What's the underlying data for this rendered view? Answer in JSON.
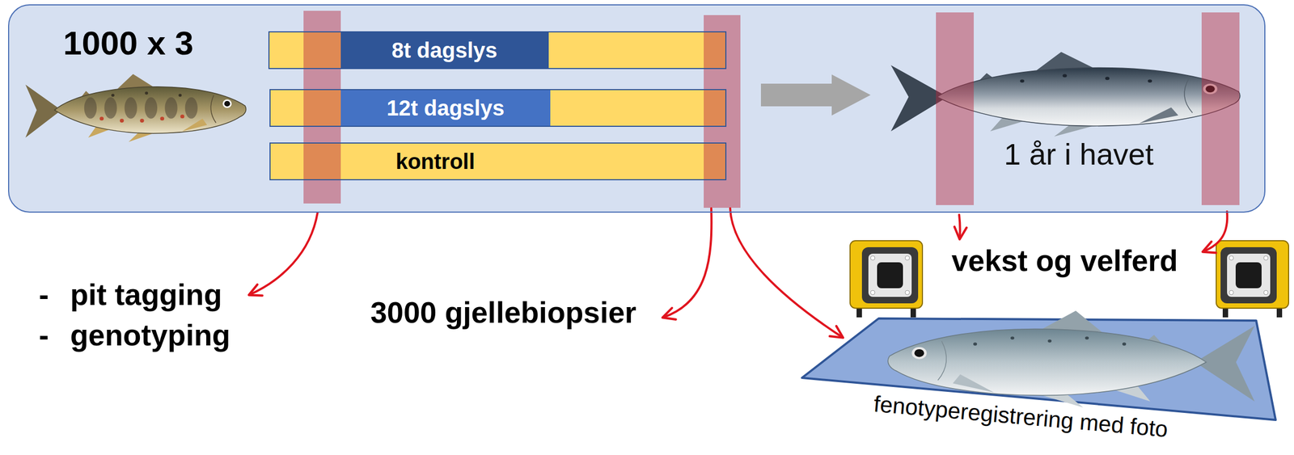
{
  "diagram": {
    "nodes": [
      {
        "text": [
          "1000 x 3",
          "1 år i havet"
        ]
      },
      {
        "text": [
          "8t dagslys"
        ],
        "in": 0
      },
      {
        "text": [
          "12t dagslys"
        ],
        "in": 0
      },
      {
        "text": [
          "kontroll"
        ],
        "in": 0
      },
      {
        "text": [
          "fenotyperegistrering med foto"
        ]
      }
    ],
    "labels": [
      "-",
      "pit tagging",
      "-",
      "genotyping",
      "3000 gjellebiopsier",
      "vekst og velferd"
    ]
  }
}
